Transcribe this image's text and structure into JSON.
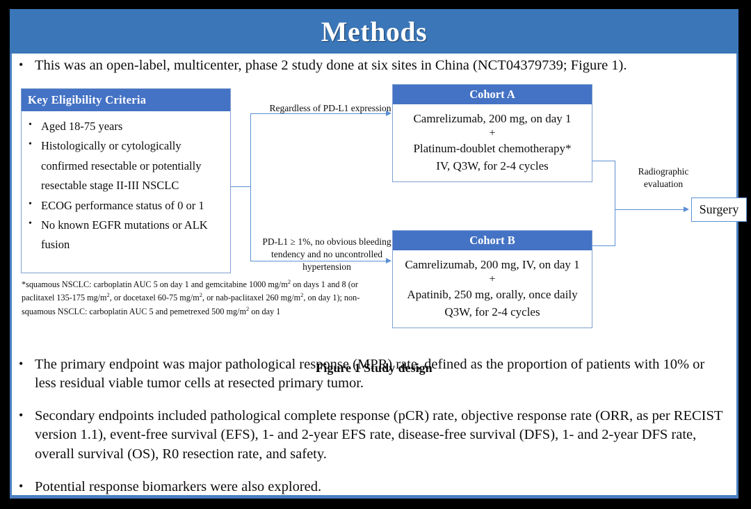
{
  "slide": {
    "title": "Methods",
    "accent_title_bar": "#3a76b8",
    "accent_box_header": "#4472c4",
    "connector_color": "#5b8fd4",
    "frame_color": "#4a7fc1"
  },
  "lead_bullet": {
    "marker": "•",
    "text": "This was an open-label, multicenter, phase 2 study done at six sites in China (NCT04379739; Figure 1)."
  },
  "figure": {
    "caption": "Figure 1 Study design",
    "eligibility": {
      "header": "Key  Eligibility Criteria",
      "marker": "•",
      "items": [
        "Aged 18-75 years",
        "Histologically or cytologically confirmed resectable or potentially resectable stage II-III  NSCLC",
        "ECOG performance status of 0 or 1",
        "No known EGFR mutations or ALK fusion"
      ]
    },
    "footnote": {
      "line1_pre": "*squamous NSCLC: carboplatin AUC 5 on day 1 and gemcitabine 1000 mg/m",
      "sup1": "2",
      "line1_post": " on days 1 and 8 (or paclitaxel 135-175  mg/m",
      "sup2": "2",
      "line2_mid": ", or docetaxel 60-75 mg/m",
      "sup3": "2",
      "line2_post": ", or nab-paclitaxel 260 mg/m",
      "sup4": "2",
      "line3_pre": ", on day 1); non-squamous NSCLC: carboplatin AUC 5 and pemetrexed 500 mg/m",
      "sup5": "2",
      "line3_post": " on day 1"
    },
    "cohort_a": {
      "header": "Cohort A",
      "line1": "Camrelizumab, 200 mg, on day 1",
      "plus": "+",
      "line2": "Platinum-doublet chemotherapy*",
      "line3": "IV, Q3W, for 2-4 cycles"
    },
    "cohort_b": {
      "header": "Cohort B",
      "line1": "Camrelizumab, 200 mg, IV, on day 1",
      "plus": "+",
      "line2": "Apatinib, 250 mg, orally, once daily",
      "line3": "Q3W, for 2-4 cycles"
    },
    "connector_labels": {
      "regardless": "Regardless  of PD-L1 expression",
      "pdl1": "PD-L1 ≥ 1%, no obvious bleeding tendency and no uncontrolled  hypertension",
      "radiographic": "Radiographic evaluation"
    },
    "surgery": "Surgery"
  },
  "bullets": [
    {
      "marker": "•",
      "text": "The primary endpoint was major pathological response (MPR) rate, defined as the proportion of patients with 10% or less residual viable tumor cells at resected primary tumor."
    },
    {
      "marker": "•",
      "text": "Secondary endpoints included pathological complete response (pCR) rate, objective response rate (ORR, as per RECIST version 1.1), event-free survival (EFS), 1- and 2-year EFS rate, disease-free survival (DFS), 1- and 2-year DFS rate, overall survival (OS), R0 resection rate, and safety."
    },
    {
      "marker": "•",
      "text": "Potential response biomarkers were also explored."
    }
  ]
}
